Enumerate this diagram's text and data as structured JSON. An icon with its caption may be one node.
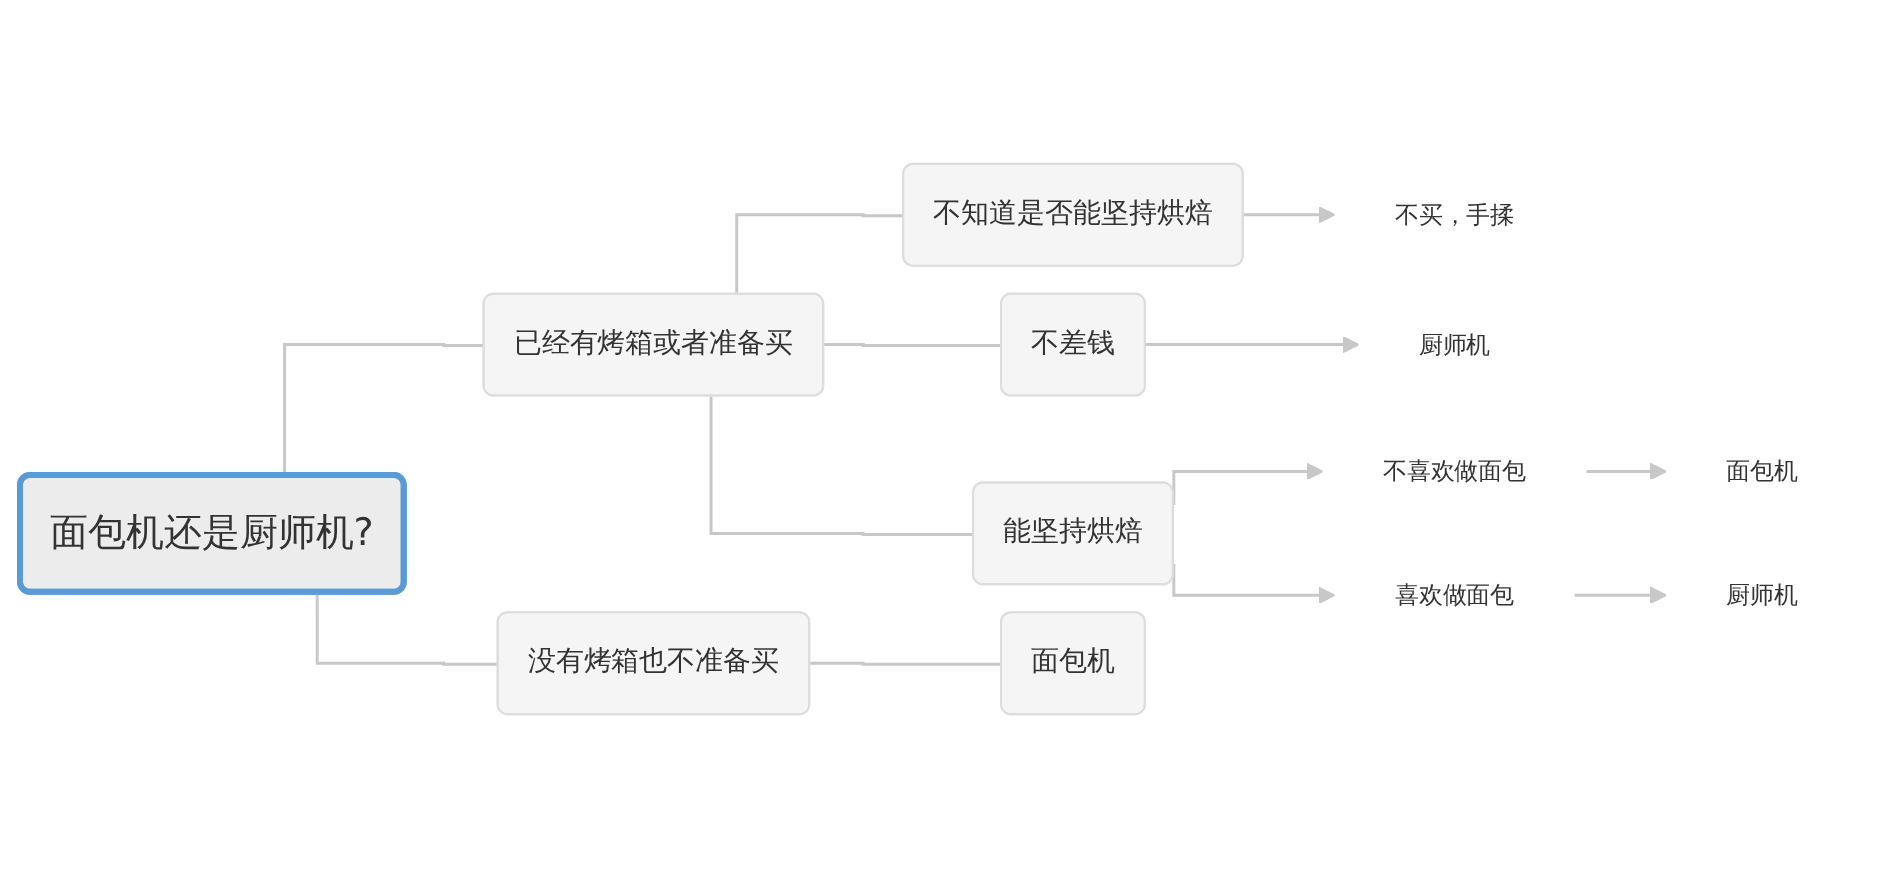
{
  "diagram": {
    "nodes": [
      {
        "text": [
          "面包机还是厨师机?"
        ]
      },
      {
        "text": [
          "已经有烤箱或者准备买"
        ]
      },
      {
        "text": [
          "不知道是否能坚持烘焙"
        ]
      },
      {
        "text": [
          "不买，手揉"
        ]
      },
      {
        "text": [
          "不差钱"
        ]
      },
      {
        "text": [
          "厨师机"
        ]
      },
      {
        "text": [
          "能坚持烘焙"
        ]
      },
      {
        "text": [
          "不喜欢做面包"
        ]
      },
      {
        "text": [
          "面包机"
        ]
      },
      {
        "text": [
          "喜欢做面包"
        ]
      },
      {
        "text": [
          "厨师机"
        ]
      },
      {
        "text": [
          "没有烤箱也不准备买"
        ]
      },
      {
        "text": [
          "面包机"
        ]
      }
    ],
    "edges": [
      {
        "from": 0,
        "to": 1,
        "arrow": "none"
      },
      {
        "from": 1,
        "to": 2,
        "arrow": "none"
      },
      {
        "from": 2,
        "to": 3,
        "arrow": "to"
      },
      {
        "from": 1,
        "to": 4,
        "arrow": "none"
      },
      {
        "from": 4,
        "to": 5,
        "arrow": "to"
      },
      {
        "from": 1,
        "to": 6,
        "arrow": "none"
      },
      {
        "from": 6,
        "to": 7,
        "arrow": "to"
      },
      {
        "from": 7,
        "to": 8,
        "arrow": "to"
      },
      {
        "from": 6,
        "to": 9,
        "arrow": "to"
      },
      {
        "from": 9,
        "to": 10,
        "arrow": "to"
      },
      {
        "from": 0,
        "to": 11,
        "arrow": "none"
      },
      {
        "from": 11,
        "to": 12,
        "arrow": "none"
      }
    ]
  }
}
